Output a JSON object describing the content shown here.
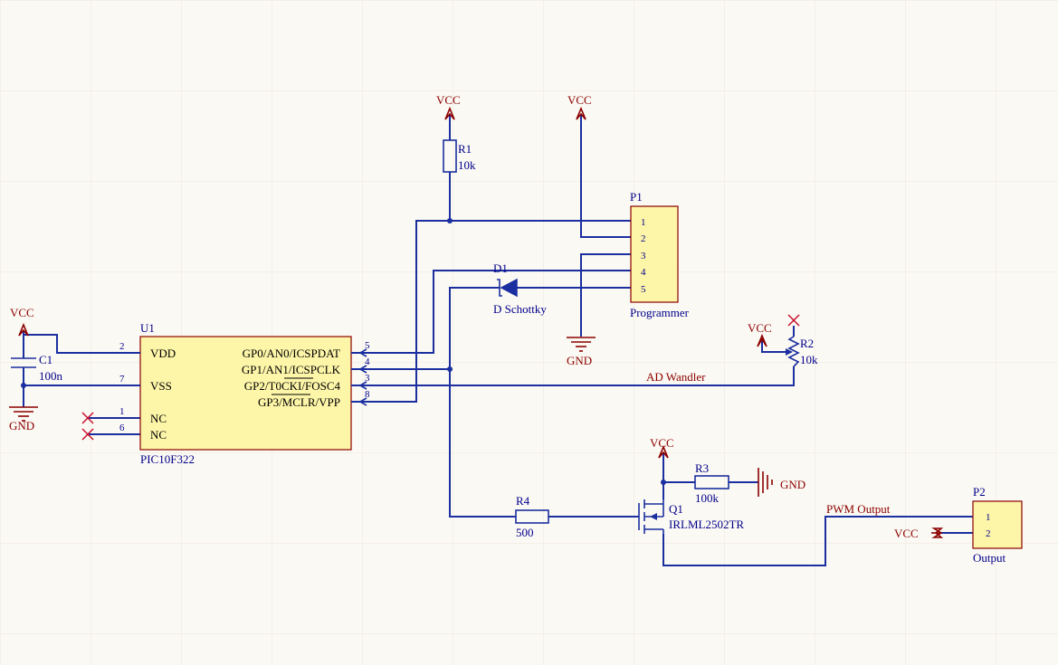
{
  "power": {
    "vcc": "VCC",
    "gnd": "GND"
  },
  "u1": {
    "ref": "U1",
    "value": "PIC10F322",
    "pins_left": [
      {
        "num": "2",
        "name": "VDD"
      },
      {
        "num": "7",
        "name": "VSS"
      },
      {
        "num": "1",
        "name": "NC"
      },
      {
        "num": "6",
        "name": "NC"
      }
    ],
    "pins_right": [
      {
        "num": "5",
        "name": "GP0/AN0/ICSPDAT"
      },
      {
        "num": "4",
        "name": "GP1/AN1/ICSPCLK"
      },
      {
        "num": "3",
        "name": "GP2/T0CKI/FOSC4"
      },
      {
        "num": "8",
        "name": "GP3/MCLR/VPP"
      }
    ]
  },
  "r1": {
    "ref": "R1",
    "value": "10k"
  },
  "r2": {
    "ref": "R2",
    "value": "10k"
  },
  "r3": {
    "ref": "R3",
    "value": "100k"
  },
  "r4": {
    "ref": "R4",
    "value": "500"
  },
  "c1": {
    "ref": "C1",
    "value": "100n"
  },
  "d1": {
    "ref": "D1",
    "value": "D Schottky"
  },
  "q1": {
    "ref": "Q1",
    "value": "IRLML2502TR"
  },
  "p1": {
    "ref": "P1",
    "value": "Programmer",
    "pins": [
      "1",
      "2",
      "3",
      "4",
      "5"
    ]
  },
  "p2": {
    "ref": "P2",
    "value": "Output",
    "pins": [
      "1",
      "2"
    ]
  },
  "nets": {
    "ad": "AD Wandler",
    "pwm": "PWM Output"
  }
}
